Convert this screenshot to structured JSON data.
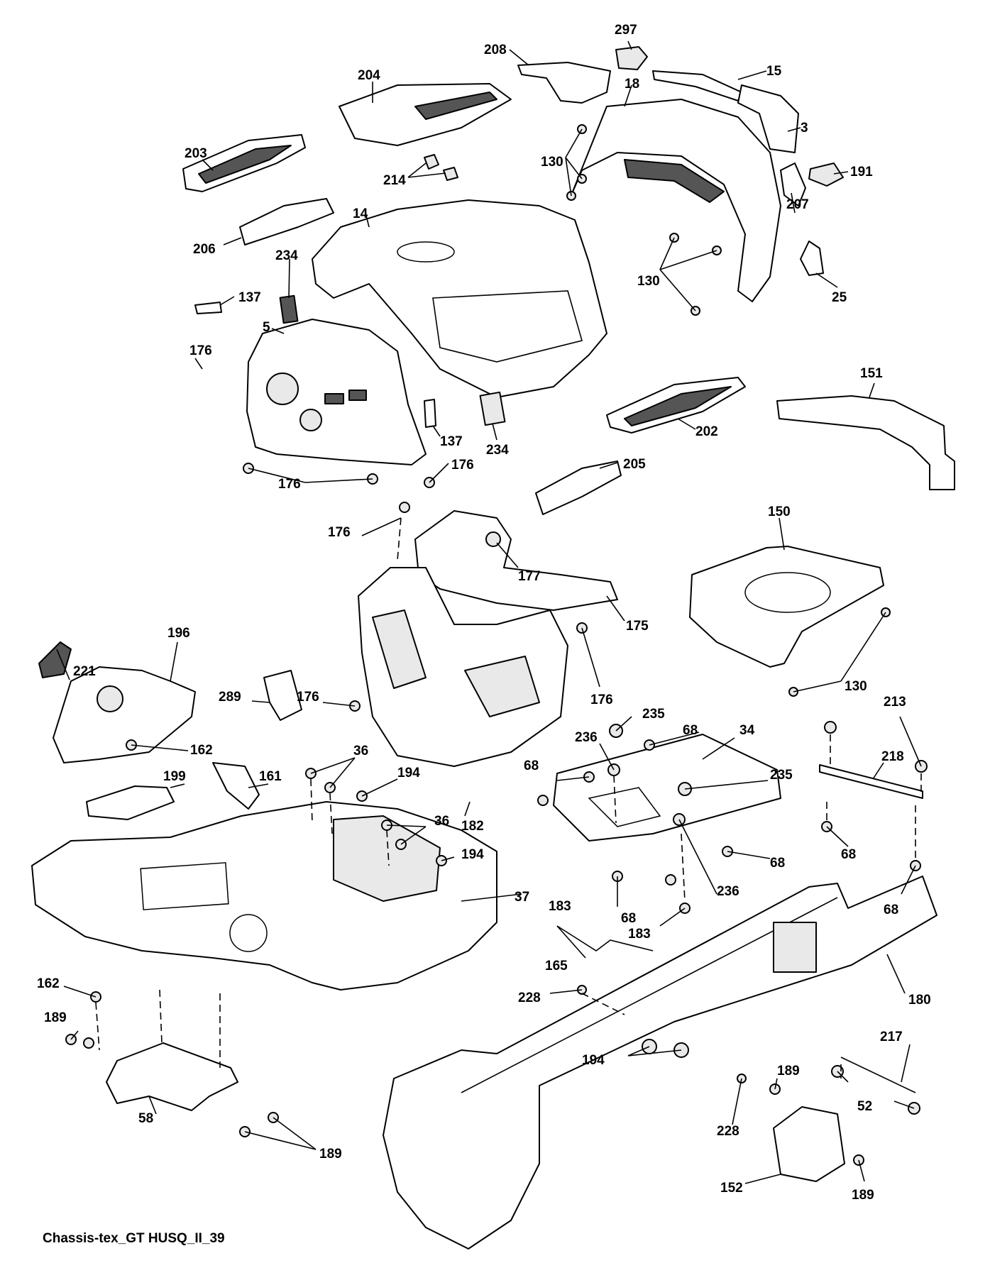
{
  "caption": "Chassis-tex_GT HUSQ_II_39",
  "labels": [
    {
      "id": "297",
      "text": "297"
    },
    {
      "id": "208",
      "text": "208"
    },
    {
      "id": "15",
      "text": "15"
    },
    {
      "id": "204",
      "text": "204"
    },
    {
      "id": "18",
      "text": "18"
    },
    {
      "id": "3",
      "text": "3"
    },
    {
      "id": "203",
      "text": "203"
    },
    {
      "id": "130a",
      "text": "130"
    },
    {
      "id": "191",
      "text": "191"
    },
    {
      "id": "214",
      "text": "214"
    },
    {
      "id": "207",
      "text": "207"
    },
    {
      "id": "14",
      "text": "14"
    },
    {
      "id": "206",
      "text": "206"
    },
    {
      "id": "234a",
      "text": "234"
    },
    {
      "id": "130b",
      "text": "130"
    },
    {
      "id": "25",
      "text": "25"
    },
    {
      "id": "137a",
      "text": "137"
    },
    {
      "id": "5",
      "text": "5"
    },
    {
      "id": "176a",
      "text": "176"
    },
    {
      "id": "151",
      "text": "151"
    },
    {
      "id": "202",
      "text": "202"
    },
    {
      "id": "137b",
      "text": "137"
    },
    {
      "id": "234b",
      "text": "234"
    },
    {
      "id": "205",
      "text": "205"
    },
    {
      "id": "176b",
      "text": "176"
    },
    {
      "id": "176c",
      "text": "176"
    },
    {
      "id": "150",
      "text": "150"
    },
    {
      "id": "176d",
      "text": "176"
    },
    {
      "id": "177",
      "text": "177"
    },
    {
      "id": "175",
      "text": "175"
    },
    {
      "id": "221",
      "text": "221"
    },
    {
      "id": "196",
      "text": "196"
    },
    {
      "id": "176e",
      "text": "176"
    },
    {
      "id": "130c",
      "text": "130"
    },
    {
      "id": "289",
      "text": "289"
    },
    {
      "id": "176f",
      "text": "176"
    },
    {
      "id": "162a",
      "text": "162"
    },
    {
      "id": "235a",
      "text": "235"
    },
    {
      "id": "68a",
      "text": "68"
    },
    {
      "id": "34",
      "text": "34"
    },
    {
      "id": "213",
      "text": "213"
    },
    {
      "id": "236a",
      "text": "236"
    },
    {
      "id": "36a",
      "text": "36"
    },
    {
      "id": "194a",
      "text": "194"
    },
    {
      "id": "218",
      "text": "218"
    },
    {
      "id": "68b",
      "text": "68"
    },
    {
      "id": "235b",
      "text": "235"
    },
    {
      "id": "182",
      "text": "182"
    },
    {
      "id": "199",
      "text": "199"
    },
    {
      "id": "161",
      "text": "161"
    },
    {
      "id": "36b",
      "text": "36"
    },
    {
      "id": "194b",
      "text": "194"
    },
    {
      "id": "68c",
      "text": "68"
    },
    {
      "id": "68d",
      "text": "68"
    },
    {
      "id": "37",
      "text": "37"
    },
    {
      "id": "183a",
      "text": "183"
    },
    {
      "id": "68e",
      "text": "68"
    },
    {
      "id": "236b",
      "text": "236"
    },
    {
      "id": "68f",
      "text": "68"
    },
    {
      "id": "183b",
      "text": "183"
    },
    {
      "id": "165",
      "text": "165"
    },
    {
      "id": "162b",
      "text": "162"
    },
    {
      "id": "228a",
      "text": "228"
    },
    {
      "id": "180",
      "text": "180"
    },
    {
      "id": "189a",
      "text": "189"
    },
    {
      "id": "217",
      "text": "217"
    },
    {
      "id": "194c",
      "text": "194"
    },
    {
      "id": "189b",
      "text": "189"
    },
    {
      "id": "52",
      "text": "52"
    },
    {
      "id": "58",
      "text": "58"
    },
    {
      "id": "228b",
      "text": "228"
    },
    {
      "id": "189c",
      "text": "189"
    },
    {
      "id": "152",
      "text": "152"
    },
    {
      "id": "189d",
      "text": "189"
    }
  ]
}
